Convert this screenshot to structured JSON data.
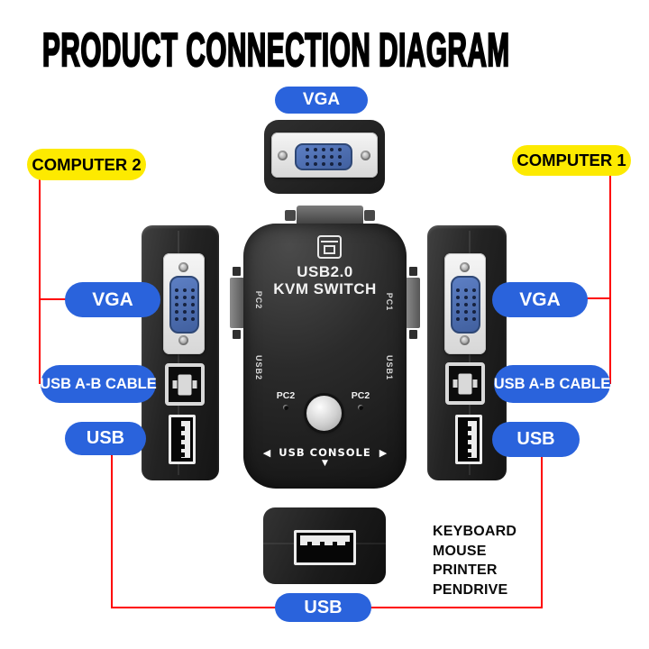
{
  "title": "PRODUCT CONNECTION DIAGRAM",
  "computers": {
    "computer1": "COMPUTER 1",
    "computer2": "COMPUTER 2"
  },
  "connections": {
    "monitor_vga": "VGA",
    "left": {
      "vga": "VGA",
      "usb_ab": "USB A-B CABLE",
      "usb": "USB"
    },
    "right": {
      "vga": "VGA",
      "usb_ab": "USB A-B CABLE",
      "usb": "USB"
    },
    "bottom_usb": "USB"
  },
  "kvm": {
    "name_line1": "USB2.0",
    "name_line2": "KVM SWITCH",
    "side_left_top": "PC2",
    "side_left_bottom": "USB2",
    "side_right_top": "PC1",
    "side_right_bottom": "USB1",
    "led_left_label": "PC2",
    "led_right_label": "PC2",
    "console_label": "USB CONSOLE",
    "arrow_left": "◀",
    "arrow_right": "▶",
    "arrow_down": "▼"
  },
  "peripherals": {
    "items": [
      "KEYBOARD",
      "MOUSE",
      "PRINTER",
      "PENDRIVE"
    ]
  },
  "colors": {
    "accent_blue": "#2a63dc",
    "label_yellow": "#fdea00",
    "line_red": "#fe0000"
  }
}
